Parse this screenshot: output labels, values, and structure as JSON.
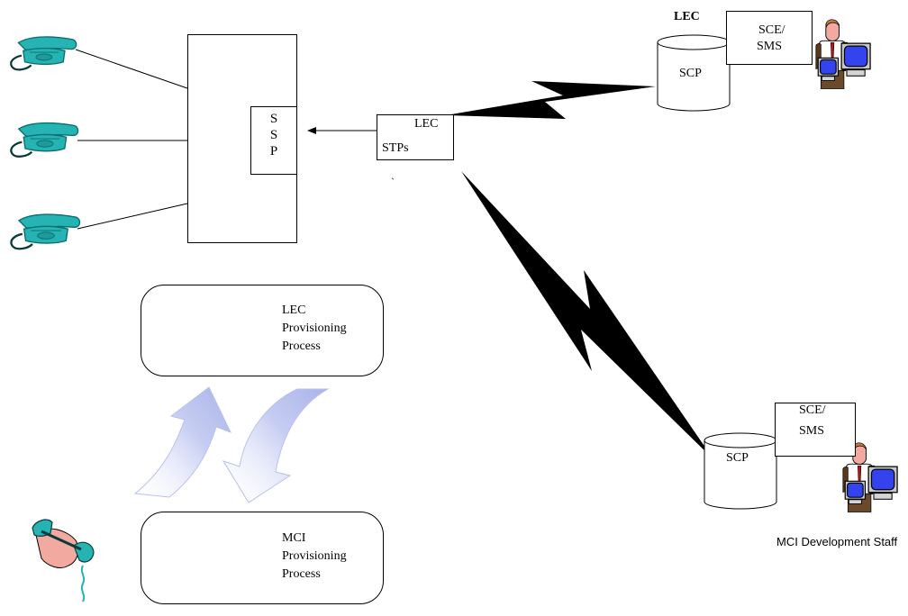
{
  "switch": {
    "ssp_letters": [
      "S",
      "S",
      "P"
    ]
  },
  "stp": {
    "line1": "LEC",
    "line2": "STPs",
    "mark": "`"
  },
  "lec_site": {
    "title": "LEC",
    "scp_label": "SCP",
    "sce_line1": "SCE/",
    "sce_line2": "SMS"
  },
  "mci_site": {
    "scp_label": "SCP",
    "sce_line1": "SCE/",
    "sce_line2": "SMS",
    "staff_label": "MCI Development Staff"
  },
  "lec_provisioning": {
    "line1": "LEC",
    "line2": "Provisioning",
    "line3": "Process"
  },
  "mci_provisioning": {
    "line1": "MCI",
    "line2": "Provisioning",
    "line3": "Process"
  },
  "icons": {
    "telephone": "telephone-icon",
    "workstation": "computer-monitor-icon",
    "staff": "person-at-workstation-icon",
    "handset": "hand-holding-handset-icon",
    "sync": "two-way-curved-arrows-icon"
  },
  "colors": {
    "phone": "#25b3b3",
    "phone_dark": "#0b6d6d",
    "screen": "#3344ee",
    "monitor": "#c8c8c8",
    "arrows": "#c6cdf2",
    "skin": "#f1a9a0"
  }
}
